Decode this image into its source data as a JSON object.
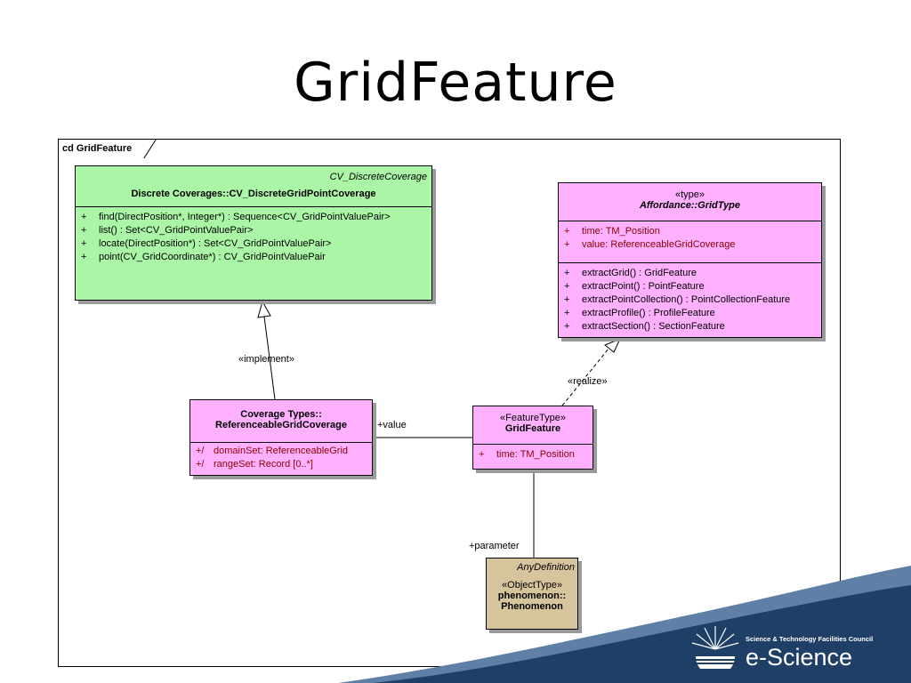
{
  "slide_title": "GridFeature",
  "frame_label": "cd GridFeature",
  "discrete_grid": {
    "parent": "CV_DiscreteCoverage",
    "name": "Discrete Coverages::CV_DiscreteGridPointCoverage",
    "operations": [
      {
        "vis": "+",
        "text": "find(DirectPosition*, Integer*) : Sequence<CV_GridPointValuePair>"
      },
      {
        "vis": "+",
        "text": "list() : Set<CV_GridPointValuePair>"
      },
      {
        "vis": "+",
        "text": "locate(DirectPosition*) : Set<CV_GridPointValuePair>"
      },
      {
        "vis": "+",
        "text": "point(CV_GridCoordinate*) : CV_GridPointValuePair"
      }
    ]
  },
  "grid_type": {
    "stereotype": "«type»",
    "name": "Affordance::GridType",
    "attributes": [
      {
        "vis": "+",
        "text": "time:  TM_Position"
      },
      {
        "vis": "+",
        "text": "value:  ReferenceableGridCoverage"
      }
    ],
    "operations": [
      {
        "vis": "+",
        "text": "extractGrid() : GridFeature"
      },
      {
        "vis": "+",
        "text": "extractPoint() : PointFeature"
      },
      {
        "vis": "+",
        "text": "extractPointCollection() : PointCollectionFeature"
      },
      {
        "vis": "+",
        "text": "extractProfile() : ProfileFeature"
      },
      {
        "vis": "+",
        "text": "extractSection() : SectionFeature"
      }
    ]
  },
  "ref_grid": {
    "name_line1": "Coverage Types::",
    "name_line2": "ReferenceableGridCoverage",
    "attributes": [
      {
        "vis": "+/",
        "text": "domainSet:  ReferenceableGrid"
      },
      {
        "vis": "+/",
        "text": "rangeSet:  Record [0..*]"
      }
    ]
  },
  "grid_feature": {
    "stereotype": "«FeatureType»",
    "name": "GridFeature",
    "attributes": [
      {
        "vis": "+",
        "text": "time:  TM_Position"
      }
    ]
  },
  "phenomenon": {
    "parent": "AnyDefinition",
    "stereotype": "«ObjectType»",
    "name_line1": "phenomenon::",
    "name_line2": "Phenomenon"
  },
  "connector_labels": {
    "implement": "«implement»",
    "realize": "«realize»",
    "value": "+value",
    "parameter": "+parameter"
  },
  "logo": {
    "council": "Science & Technology Facilities Council",
    "brand": "e-Science"
  },
  "colors": {
    "green_class": "#aaf5a6",
    "pink_class": "#ffb0ff",
    "tan_class": "#d6c49d",
    "footer_blue": "#1f3f66"
  }
}
